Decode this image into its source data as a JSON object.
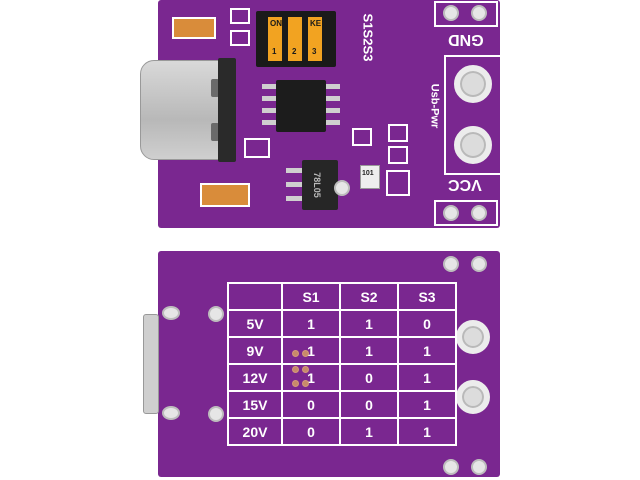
{
  "top_board": {
    "switch_labels": [
      "S1",
      "S2",
      "S3"
    ],
    "dip_on_label": "ON",
    "dip_ke_label": "KE",
    "dip_numbers": [
      "1",
      "2",
      "3"
    ],
    "gnd_label": "GND",
    "vcc_label": "VCC",
    "usb_pwr_label": "Usb-Pwr",
    "regulator_label": "78L05",
    "resistor_label": "101"
  },
  "bottom_board": {
    "table": {
      "headers": [
        "",
        "S1",
        "S2",
        "S3"
      ],
      "rows": [
        [
          "5V",
          "1",
          "1",
          "0"
        ],
        [
          "9V",
          "1",
          "1",
          "1"
        ],
        [
          "12V",
          "1",
          "0",
          "1"
        ],
        [
          "15V",
          "0",
          "0",
          "1"
        ],
        [
          "20V",
          "0",
          "1",
          "1"
        ]
      ]
    }
  },
  "colors": {
    "pcb": "#7a2790",
    "silkscreen": "#ffffff",
    "dip_switch": "#f2a321"
  }
}
